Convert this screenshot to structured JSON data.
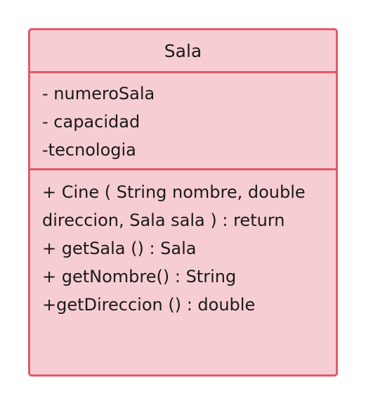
{
  "class": {
    "name": "Sala",
    "attributes": [
      "- numeroSala",
      "- capacidad",
      "-tecnologia"
    ],
    "methods": [
      "+ Cine ( String nombre, double",
      "direccion, Sala sala ) : return",
      "+ getSala () : Sala",
      "+ getNombre() : String",
      "+getDireccion () : double"
    ]
  },
  "colors": {
    "border": "#e05a6b",
    "fill": "#f6cdd2",
    "text": "#1a1a1a"
  }
}
